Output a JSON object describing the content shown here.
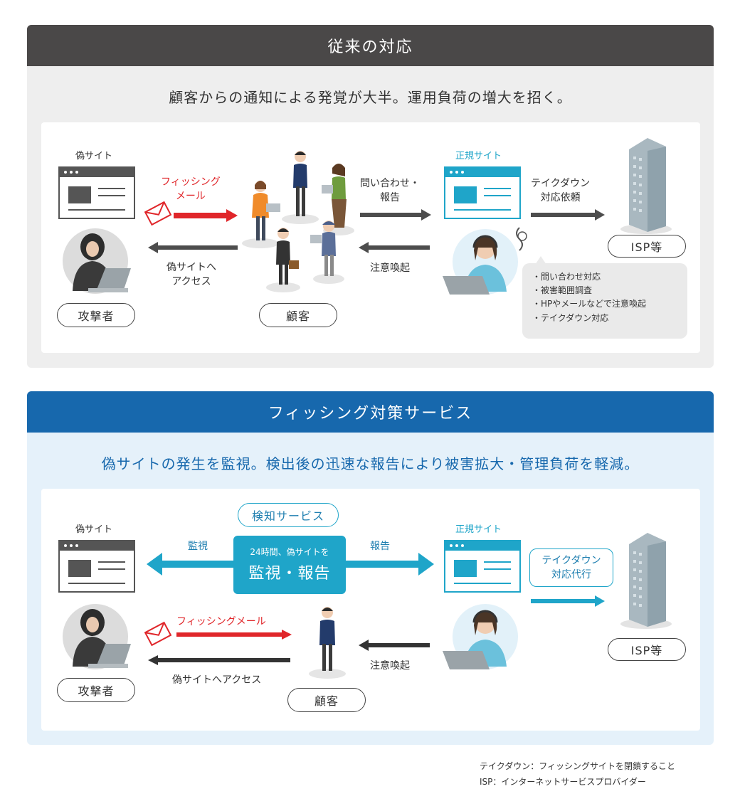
{
  "top": {
    "header": "従来の対応",
    "subtitle": "顧客からの通知による発覚が大半。運用負荷の増大を招く。",
    "fake_site": "偽サイト",
    "phishing_mail_1": "フィッシング",
    "phishing_mail_2": "メール",
    "access_1": "偽サイトへ",
    "access_2": "アクセス",
    "attacker": "攻撃者",
    "customer": "顧客",
    "inquiry_1": "問い合わせ・",
    "inquiry_2": "報告",
    "alert": "注意喚起",
    "legit_site": "正規サイト",
    "takedown_1": "テイクダウン",
    "takedown_2": "対応依頼",
    "isp": "ISP等",
    "tasks": [
      "・問い合わせ対応",
      "・被害範囲調査",
      "・HPやメールなどで注意喚起",
      "・テイクダウン対応"
    ]
  },
  "bottom": {
    "header": "フィッシング対策サービス",
    "subtitle": "偽サイトの発生を監視。検出後の迅速な報告により被害拡大・管理負荷を軽減。",
    "fake_site": "偽サイト",
    "service": "検知サービス",
    "monitor": "監視",
    "report": "報告",
    "box_small": "24時間、偽サイトを",
    "box_large": "監視・報告",
    "legit_site": "正規サイト",
    "takedown_1": "テイクダウン",
    "takedown_2": "対応代行",
    "isp": "ISP等",
    "phishing_mail": "フィッシングメール",
    "access": "偽サイトへアクセス",
    "attacker": "攻撃者",
    "customer": "顧客",
    "alert": "注意喚起"
  },
  "footnotes": [
    "テイクダウン：フィッシングサイトを閉鎖すること",
    "ISP：インターネットサービスプロバイダー"
  ],
  "colors": {
    "top_header": "#4a4848",
    "top_bg": "#eeeeee",
    "bottom_header": "#1768ad",
    "bottom_bg": "#e5f1fa",
    "accent_cyan": "#1fa5c9",
    "red": "#e0262a",
    "dark_arrow": "#4d4d4d"
  }
}
